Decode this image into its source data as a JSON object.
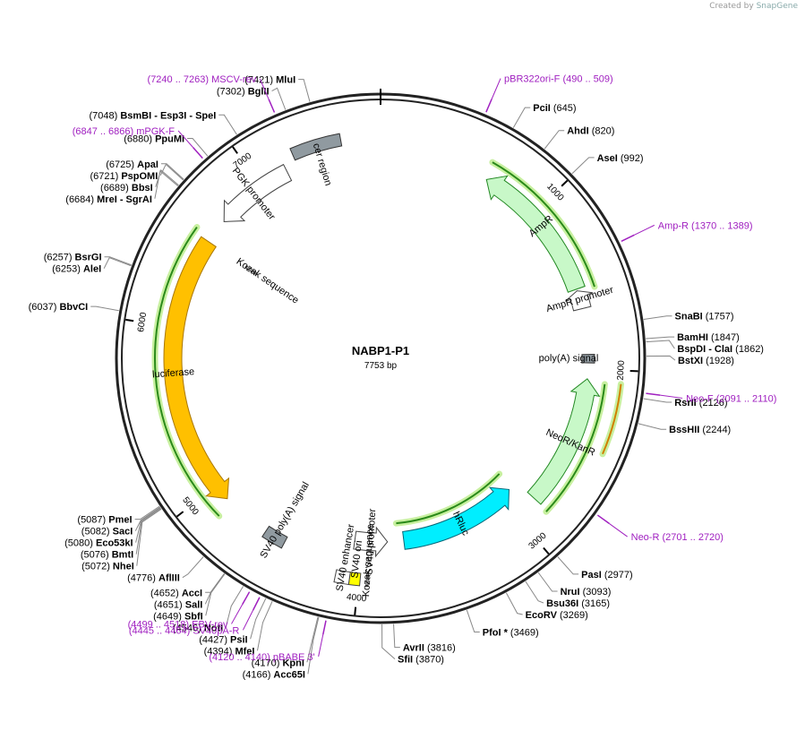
{
  "credit": {
    "prefix": "Created by",
    "brand": "SnapGene"
  },
  "plasmid": {
    "name": "NABP1-P1",
    "length_label": "7753 bp",
    "length": 7753
  },
  "colors": {
    "primer": "#a020c0",
    "site": "#000000",
    "backbone": "#222222"
  },
  "ticks": [
    {
      "pos": 1000,
      "label": "1000"
    },
    {
      "pos": 2000,
      "label": "2000"
    },
    {
      "pos": 3000,
      "label": "3000"
    },
    {
      "pos": 4000,
      "label": "4000"
    },
    {
      "pos": 5000,
      "label": "5000"
    },
    {
      "pos": 6000,
      "label": "6000"
    },
    {
      "pos": 7000,
      "label": "7000"
    }
  ],
  "sites": [
    {
      "name": "PciI",
      "pos": 645,
      "coord": "(645)"
    },
    {
      "name": "AhdI",
      "pos": 820,
      "coord": "(820)"
    },
    {
      "name": "AseI",
      "pos": 992,
      "coord": "(992)"
    },
    {
      "name": "SnaBI",
      "pos": 1757,
      "coord": "(1757)"
    },
    {
      "name": "BamHI",
      "pos": 1847,
      "coord": "(1847)"
    },
    {
      "name": "BspDI - ClaI",
      "pos": 1862,
      "coord": "(1862)"
    },
    {
      "name": "BstXI",
      "pos": 1928,
      "coord": "(1928)"
    },
    {
      "name": "RsrII",
      "pos": 2126,
      "coord": "(2126)"
    },
    {
      "name": "BssHII",
      "pos": 2244,
      "coord": "(2244)"
    },
    {
      "name": "PasI",
      "pos": 2977,
      "coord": "(2977)"
    },
    {
      "name": "NruI",
      "pos": 3093,
      "coord": "(3093)"
    },
    {
      "name": "Bsu36I",
      "pos": 3165,
      "coord": "(3165)"
    },
    {
      "name": "EcoRV",
      "pos": 3269,
      "coord": "(3269)"
    },
    {
      "name": "PfoI *",
      "pos": 3469,
      "coord": "(3469)"
    },
    {
      "name": "AvrII",
      "pos": 3816,
      "coord": "(3816)"
    },
    {
      "name": "SfiI",
      "pos": 3870,
      "coord": "(3870)"
    },
    {
      "name": "Acc65I",
      "pos": 4166,
      "coord": "(4166)"
    },
    {
      "name": "KpnI",
      "pos": 4170,
      "coord": "(4170)"
    },
    {
      "name": "MfeI",
      "pos": 4394,
      "coord": "(4394)"
    },
    {
      "name": "PsiI",
      "pos": 4427,
      "coord": "(4427)"
    },
    {
      "name": "NotI",
      "pos": 4546,
      "coord": "(4546)"
    },
    {
      "name": "SbfI",
      "pos": 4649,
      "coord": "(4649)"
    },
    {
      "name": "SalI",
      "pos": 4651,
      "coord": "(4651)"
    },
    {
      "name": "AccI",
      "pos": 4652,
      "coord": "(4652)"
    },
    {
      "name": "AflIII",
      "pos": 4776,
      "coord": "(4776)"
    },
    {
      "name": "NheI",
      "pos": 5072,
      "coord": "(5072)"
    },
    {
      "name": "BmtI",
      "pos": 5076,
      "coord": "(5076)"
    },
    {
      "name": "Eco53kI",
      "pos": 5080,
      "coord": "(5080)"
    },
    {
      "name": "SacI",
      "pos": 5082,
      "coord": "(5082)"
    },
    {
      "name": "PmeI",
      "pos": 5087,
      "coord": "(5087)"
    },
    {
      "name": "BbvCI",
      "pos": 6037,
      "coord": "(6037)"
    },
    {
      "name": "AleI",
      "pos": 6253,
      "coord": "(6253)"
    },
    {
      "name": "BsrGI",
      "pos": 6257,
      "coord": "(6257)"
    },
    {
      "name": "MreI - SgrAI",
      "pos": 6684,
      "coord": "(6684)"
    },
    {
      "name": "BbsI",
      "pos": 6689,
      "coord": "(6689)"
    },
    {
      "name": "PspOMI",
      "pos": 6721,
      "coord": "(6721)"
    },
    {
      "name": "ApaI",
      "pos": 6725,
      "coord": "(6725)"
    },
    {
      "name": "PpuMI",
      "pos": 6880,
      "coord": "(6880)"
    },
    {
      "name": "BsmBI - Esp3I - SpeI",
      "pos": 7048,
      "coord": "(7048)"
    },
    {
      "name": "BglII",
      "pos": 7302,
      "coord": "(7302)"
    },
    {
      "name": "MluI",
      "pos": 7421,
      "coord": "(7421)"
    }
  ],
  "primers": [
    {
      "name": "pBR322ori-F",
      "range": "(490 .. 509)",
      "pos": 500
    },
    {
      "name": "Amp-R",
      "range": "(1370 .. 1389)",
      "pos": 1380
    },
    {
      "name": "Neo-F",
      "range": "(2091 .. 2110)",
      "pos": 2100
    },
    {
      "name": "Neo-R",
      "range": "(2701 .. 2720)",
      "pos": 2710
    },
    {
      "name": "pBABE 3'",
      "range": "(4120 .. 4140)",
      "pos": 4130
    },
    {
      "name": "SV40pA-R",
      "range": "(4445 .. 4464)",
      "pos": 4455
    },
    {
      "name": "EBV-rev",
      "range": "(4499 .. 4518)",
      "pos": 4508
    },
    {
      "name": "mPGK-F",
      "range": "(6847 .. 6866)",
      "pos": 6856
    },
    {
      "name": "MSCV-rev",
      "range": "(7240 .. 7263)",
      "pos": 7250
    }
  ],
  "features": [
    {
      "name": "AmpR",
      "start": 660,
      "end": 1520,
      "dir": -1,
      "color": "#c8f8c8",
      "stroke": "#228822",
      "r": 232,
      "kind": "arrow"
    },
    {
      "name": "AmpR promoter",
      "start": 1530,
      "end": 1640,
      "dir": -1,
      "color": "#ffffff",
      "stroke": "#444444",
      "r": 232,
      "kind": "arrow"
    },
    {
      "name": "poly(A) signal",
      "start": 1915,
      "end": 1965,
      "dir": 0,
      "color": "#909aa0",
      "stroke": "#333333",
      "r": 232,
      "kind": "box"
    },
    {
      "name": "NeoR/KanR",
      "start": 2060,
      "end": 2850,
      "dir": -1,
      "color": "#c8f8c8",
      "stroke": "#228822",
      "r": 232,
      "kind": "arrow"
    },
    {
      "name": "hRluc",
      "start": 2920,
      "end": 3720,
      "dir": -1,
      "color": "#00eeff",
      "stroke": "#006677",
      "r": 205,
      "kind": "arrow"
    },
    {
      "name": "SV40 promoter",
      "start": 3830,
      "end": 4050,
      "dir": -1,
      "color": "#ffffff",
      "stroke": "#444444",
      "r": 205,
      "kind": "arrow"
    },
    {
      "name": "SV40 ori",
      "start": 3990,
      "end": 4050,
      "dir": 0,
      "color": "#ffff00",
      "stroke": "#444444",
      "r": 248,
      "kind": "box"
    },
    {
      "name": "SV40 enhancer",
      "start": 4050,
      "end": 4130,
      "dir": 0,
      "color": "#ffffff",
      "stroke": "#444444",
      "r": 248,
      "kind": "box"
    },
    {
      "name": "Kozak sequence",
      "start": 3945,
      "end": 3955,
      "dir": 0,
      "color": "#cccccc",
      "stroke": "#444444",
      "r": 248,
      "kind": "box"
    },
    {
      "name": "SV40 poly(A) signal",
      "start": 4470,
      "end": 4600,
      "dir": 0,
      "color": "#909aa0",
      "stroke": "#333333",
      "r": 232,
      "kind": "box"
    },
    {
      "name": "luciferase",
      "start": 4900,
      "end": 6550,
      "dir": -1,
      "color": "#ffc000",
      "stroke": "#aa7700",
      "r": 232,
      "kind": "arrow"
    },
    {
      "name": "Kozak sequence",
      "start": 6545,
      "end": 6560,
      "dir": 0,
      "color": "#cccccc",
      "stroke": "#444444",
      "r": 175,
      "kind": "box"
    },
    {
      "name": "PGK promoter",
      "start": 6700,
      "end": 7180,
      "dir": -1,
      "color": "#ffffff",
      "stroke": "#444444",
      "r": 232,
      "kind": "arrow"
    },
    {
      "name": "cer region",
      "start": 7250,
      "end": 7530,
      "dir": 0,
      "color": "#909aa0",
      "stroke": "#333333",
      "r": 248,
      "kind": "box"
    }
  ],
  "outer_features": [
    {
      "name": "ampR-track",
      "start": 640,
      "end": 1540,
      "r": 252,
      "color": "#2a8a1a"
    },
    {
      "name": "neo-track",
      "start": 2080,
      "end": 2860,
      "r": 252,
      "color": "#2a8a1a"
    },
    {
      "name": "neo-orange",
      "start": 2070,
      "end": 2440,
      "r": 270,
      "color": "#d08000"
    },
    {
      "name": "hrluc-track",
      "start": 2890,
      "end": 3760,
      "r": 185,
      "color": "#2a8a1a"
    },
    {
      "name": "luc-track",
      "start": 4860,
      "end": 6580,
      "r": 252,
      "color": "#2a8a1a"
    }
  ]
}
